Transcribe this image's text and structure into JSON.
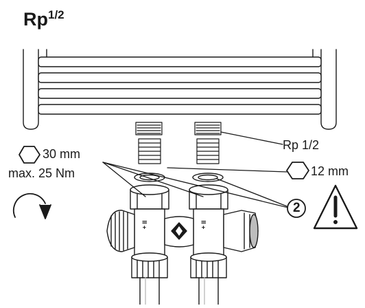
{
  "title": {
    "base": "Rp",
    "fraction": "1/2"
  },
  "labels": {
    "wrench_large": "30 mm",
    "torque": "max. 25 Nm",
    "thread_size": "Rp 1/2",
    "wrench_small": "12 mm",
    "callout_number": "2"
  },
  "valve_markings": {
    "left": "II +",
    "right": "II +"
  },
  "icons": [
    "hexagon-wrench-icon",
    "rotate-clockwise-icon",
    "warning-triangle-icon"
  ],
  "colors": {
    "line": "#1a1a1a",
    "fill": "#ffffff",
    "shade": "#bdbdbd"
  }
}
